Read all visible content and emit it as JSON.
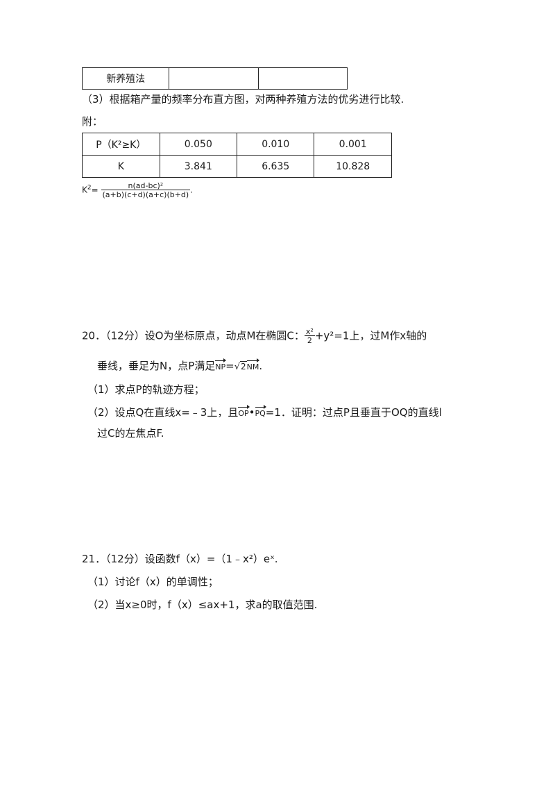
{
  "table1": {
    "row_label": "新养殖法"
  },
  "q3": "（3）根据箱产量的频率分布直方图，对两种养殖方法的优劣进行比较.",
  "appendix_label": "附：",
  "ktable": {
    "row1": [
      "P（K²≥K）",
      "0.050",
      "0.010",
      "0.001"
    ],
    "row2": [
      "K",
      "3.841",
      "6.635",
      "10.828"
    ]
  },
  "formula": {
    "lhs": "K",
    "sup": "2",
    "eq": "=",
    "numerator": "n(ad-bc)²",
    "denominator": "(a+b)(c+d)(a+c)(b+d)",
    "end": "."
  },
  "q20": {
    "head": "20．（12分）设O为坐标原点，动点M在椭圆C：",
    "frac_num": "x²",
    "frac_den": "2",
    "after_frac": "+y²=1上，过M作x轴的",
    "line2_a": "垂线，垂足为N，点P满足",
    "vec_np": "NP",
    "eq_sqrt": "=",
    "sqrt_sym": "√",
    "sqrt_inner": "2",
    "vec_nm": "NM",
    "line2_end": ".",
    "part1": "（1）求点P的轨迹方程；",
    "part2_a": "（2）设点Q在直线x=﹣3上，且",
    "vec_op": "OP",
    "dot": "•",
    "vec_pq": "PQ",
    "part2_b": "=1．证明：过点P且垂直于OQ的直线l",
    "part2_c": "过C的左焦点F."
  },
  "q21": {
    "head": "21．（12分）设函数f（x）=（1﹣x²）eˣ.",
    "part1": "（1）讨论f（x）的单调性；",
    "part2": "（2）当x≥0时，f（x）≤ax+1，求a的取值范围."
  }
}
